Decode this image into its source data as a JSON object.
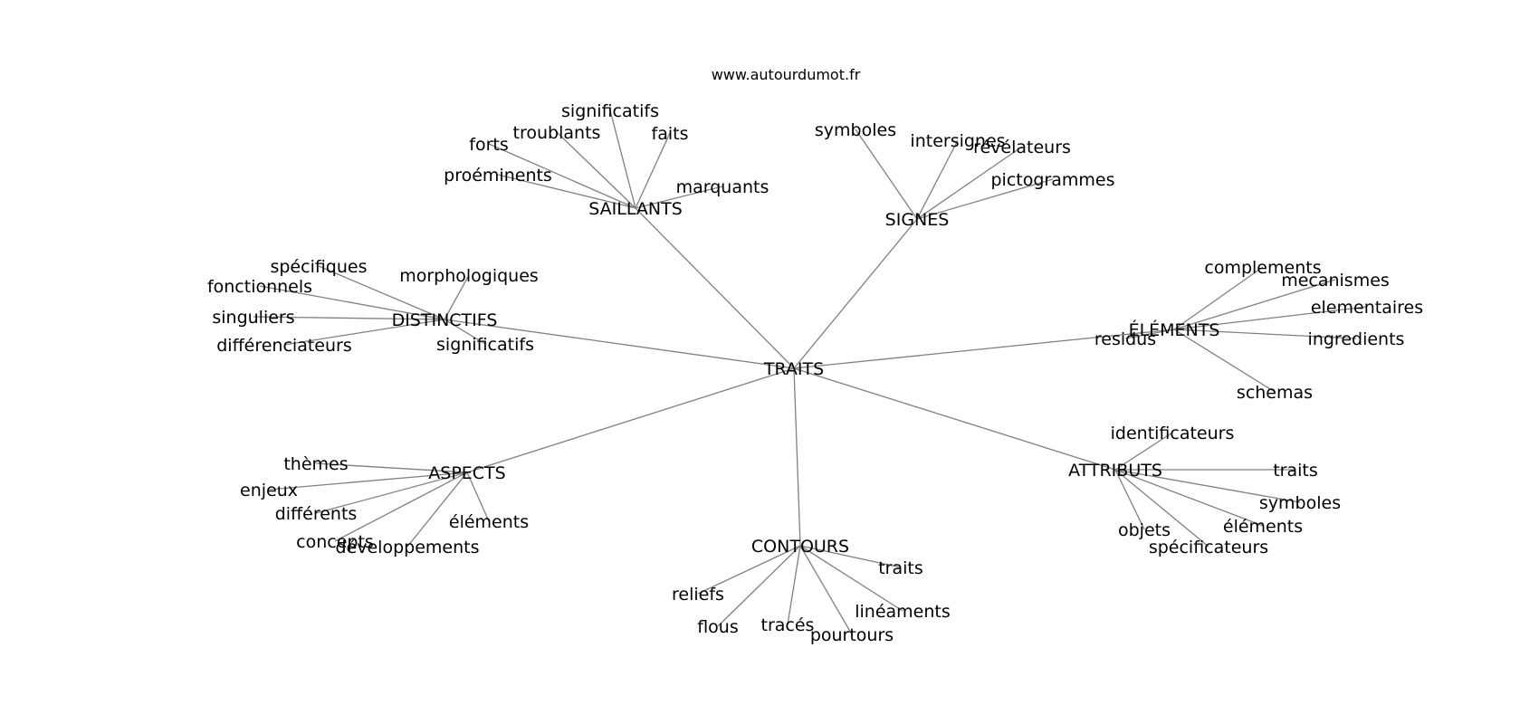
{
  "site": "www.autourdumot.fr",
  "graph": {
    "root": "TRAITS",
    "groups": [
      {
        "hub": "SAILLANTS",
        "leaves": [
          "significatifs",
          "troublants",
          "faits",
          "forts",
          "proéminents",
          "marquants"
        ]
      },
      {
        "hub": "SIGNES",
        "leaves": [
          "symboles",
          "intersignes",
          "révélateurs",
          "pictogrammes"
        ]
      },
      {
        "hub": "DISTINCTIFS",
        "leaves": [
          "spécifiques",
          "morphologiques",
          "fonctionnels",
          "singuliers",
          "différenciateurs",
          "significatifs"
        ]
      },
      {
        "hub": "ÉLÉMENTS",
        "leaves": [
          "complements",
          "mecanismes",
          "elementaires",
          "residus",
          "ingredients",
          "schemas"
        ]
      },
      {
        "hub": "ASPECTS",
        "leaves": [
          "thèmes",
          "enjeux",
          "différents",
          "éléments",
          "concepts",
          "développements"
        ]
      },
      {
        "hub": "ATTRIBUTS",
        "leaves": [
          "identificateurs",
          "traits",
          "symboles",
          "éléments",
          "objets",
          "spécificateurs"
        ]
      },
      {
        "hub": "CONTOURS",
        "leaves": [
          "traits",
          "reliefs",
          "linéaments",
          "flous",
          "tracés",
          "pourtours"
        ]
      }
    ]
  }
}
